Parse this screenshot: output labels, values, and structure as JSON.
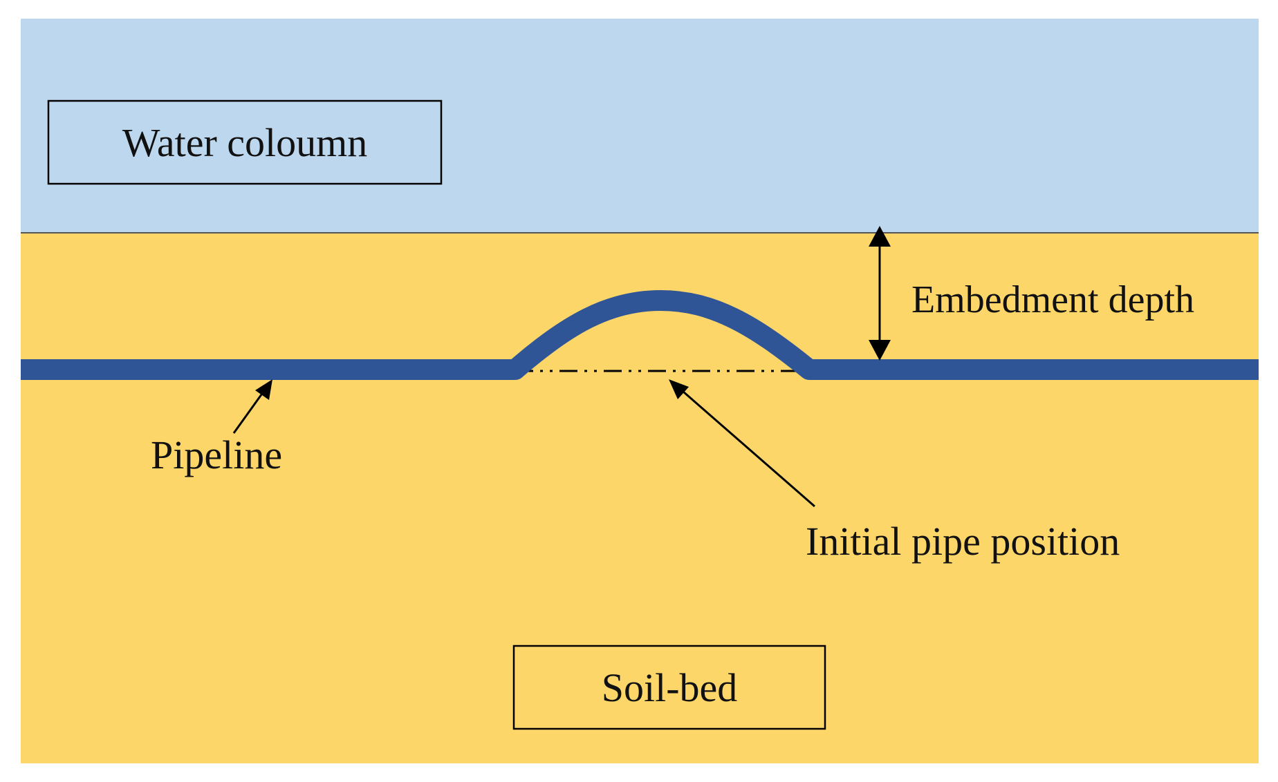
{
  "labels": {
    "water": "Water coloumn",
    "soil": "Soil-bed",
    "embedment": "Embedment depth",
    "pipeline": "Pipeline",
    "initial": "Initial pipe position"
  },
  "colors": {
    "water": "#BDD7EE",
    "soil": "#FDD66A",
    "pipe": "#2F5597",
    "line": "#000000"
  }
}
